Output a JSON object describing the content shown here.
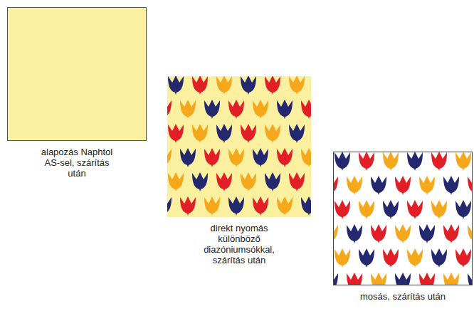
{
  "diagram": {
    "nodes": [
      {
        "text": [
          "alapozás Naphtol AS-sel, szárítás után"
        ]
      },
      {
        "text": [
          "direkt nyomás különböző diazóniumsókkal, szárítás után"
        ]
      },
      {
        "text": [
          "mosás, szárítás után"
        ]
      }
    ]
  }
}
